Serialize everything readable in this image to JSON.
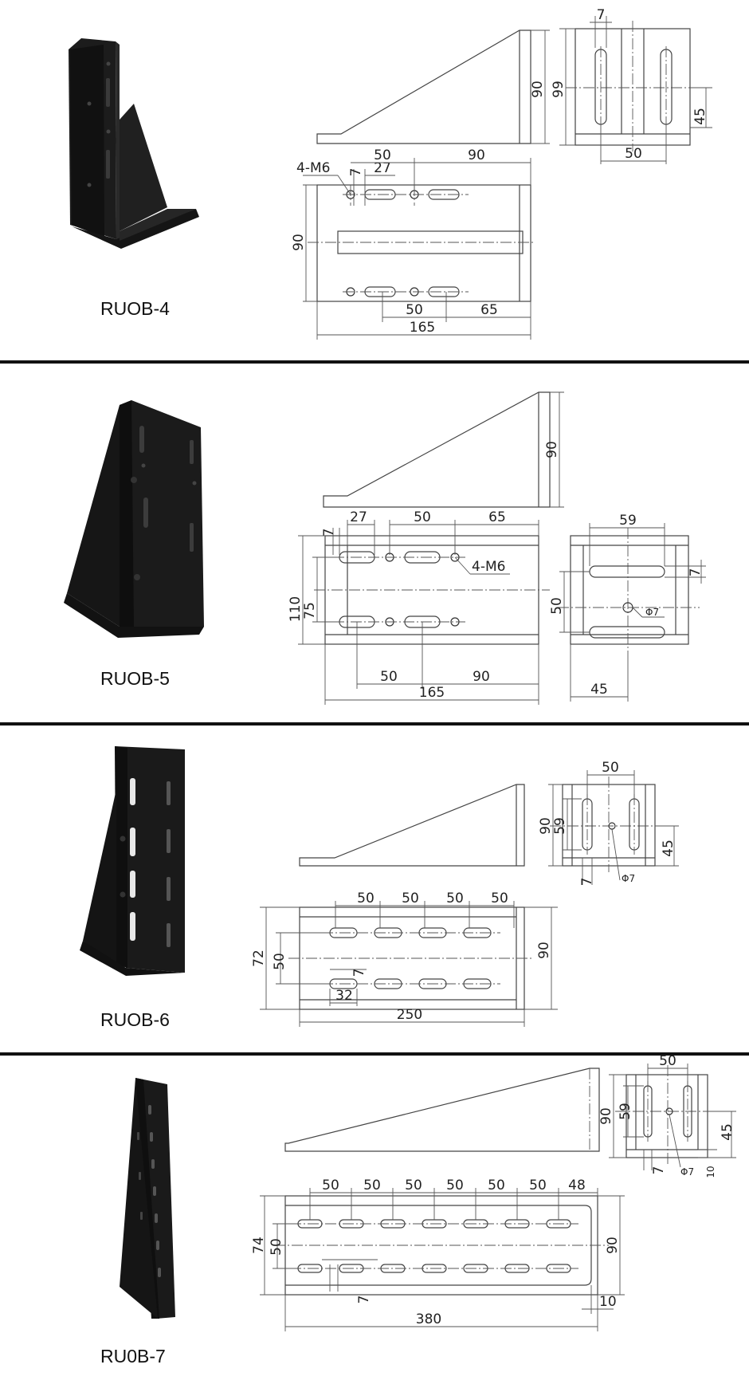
{
  "colors": {
    "separator": "#111111",
    "product": "#1a1a1a",
    "line": "#444444"
  },
  "sections": [
    {
      "model": "RUOB-4",
      "dims": {
        "d7": "7",
        "d90": "90",
        "d99": "99",
        "d45": "45",
        "d50": "50",
        "m6": "4-M6",
        "d27": "27",
        "d65": "65",
        "d165": "165"
      }
    },
    {
      "model": "RUOB-5",
      "dims": {
        "d90": "90",
        "d27": "27",
        "d50": "50",
        "d65": "65",
        "d7": "7",
        "m6": "4-M6",
        "d110": "110",
        "d75": "75",
        "d165": "165",
        "d59": "59",
        "phi7": "Φ7",
        "d45": "45"
      }
    },
    {
      "model": "RUOB-6",
      "dims": {
        "d50": "50",
        "d90": "90",
        "d59": "59",
        "d45": "45",
        "d7": "7",
        "phi7": "Φ7",
        "d72": "72",
        "d32": "32",
        "d250": "250"
      }
    },
    {
      "model": "RU0B-7",
      "dims": {
        "d50": "50",
        "d90": "90",
        "d59": "59",
        "d45": "45",
        "d7": "7",
        "phi7": "Φ7",
        "d10": "10",
        "d48": "48",
        "d74": "74",
        "d380": "380"
      }
    }
  ]
}
